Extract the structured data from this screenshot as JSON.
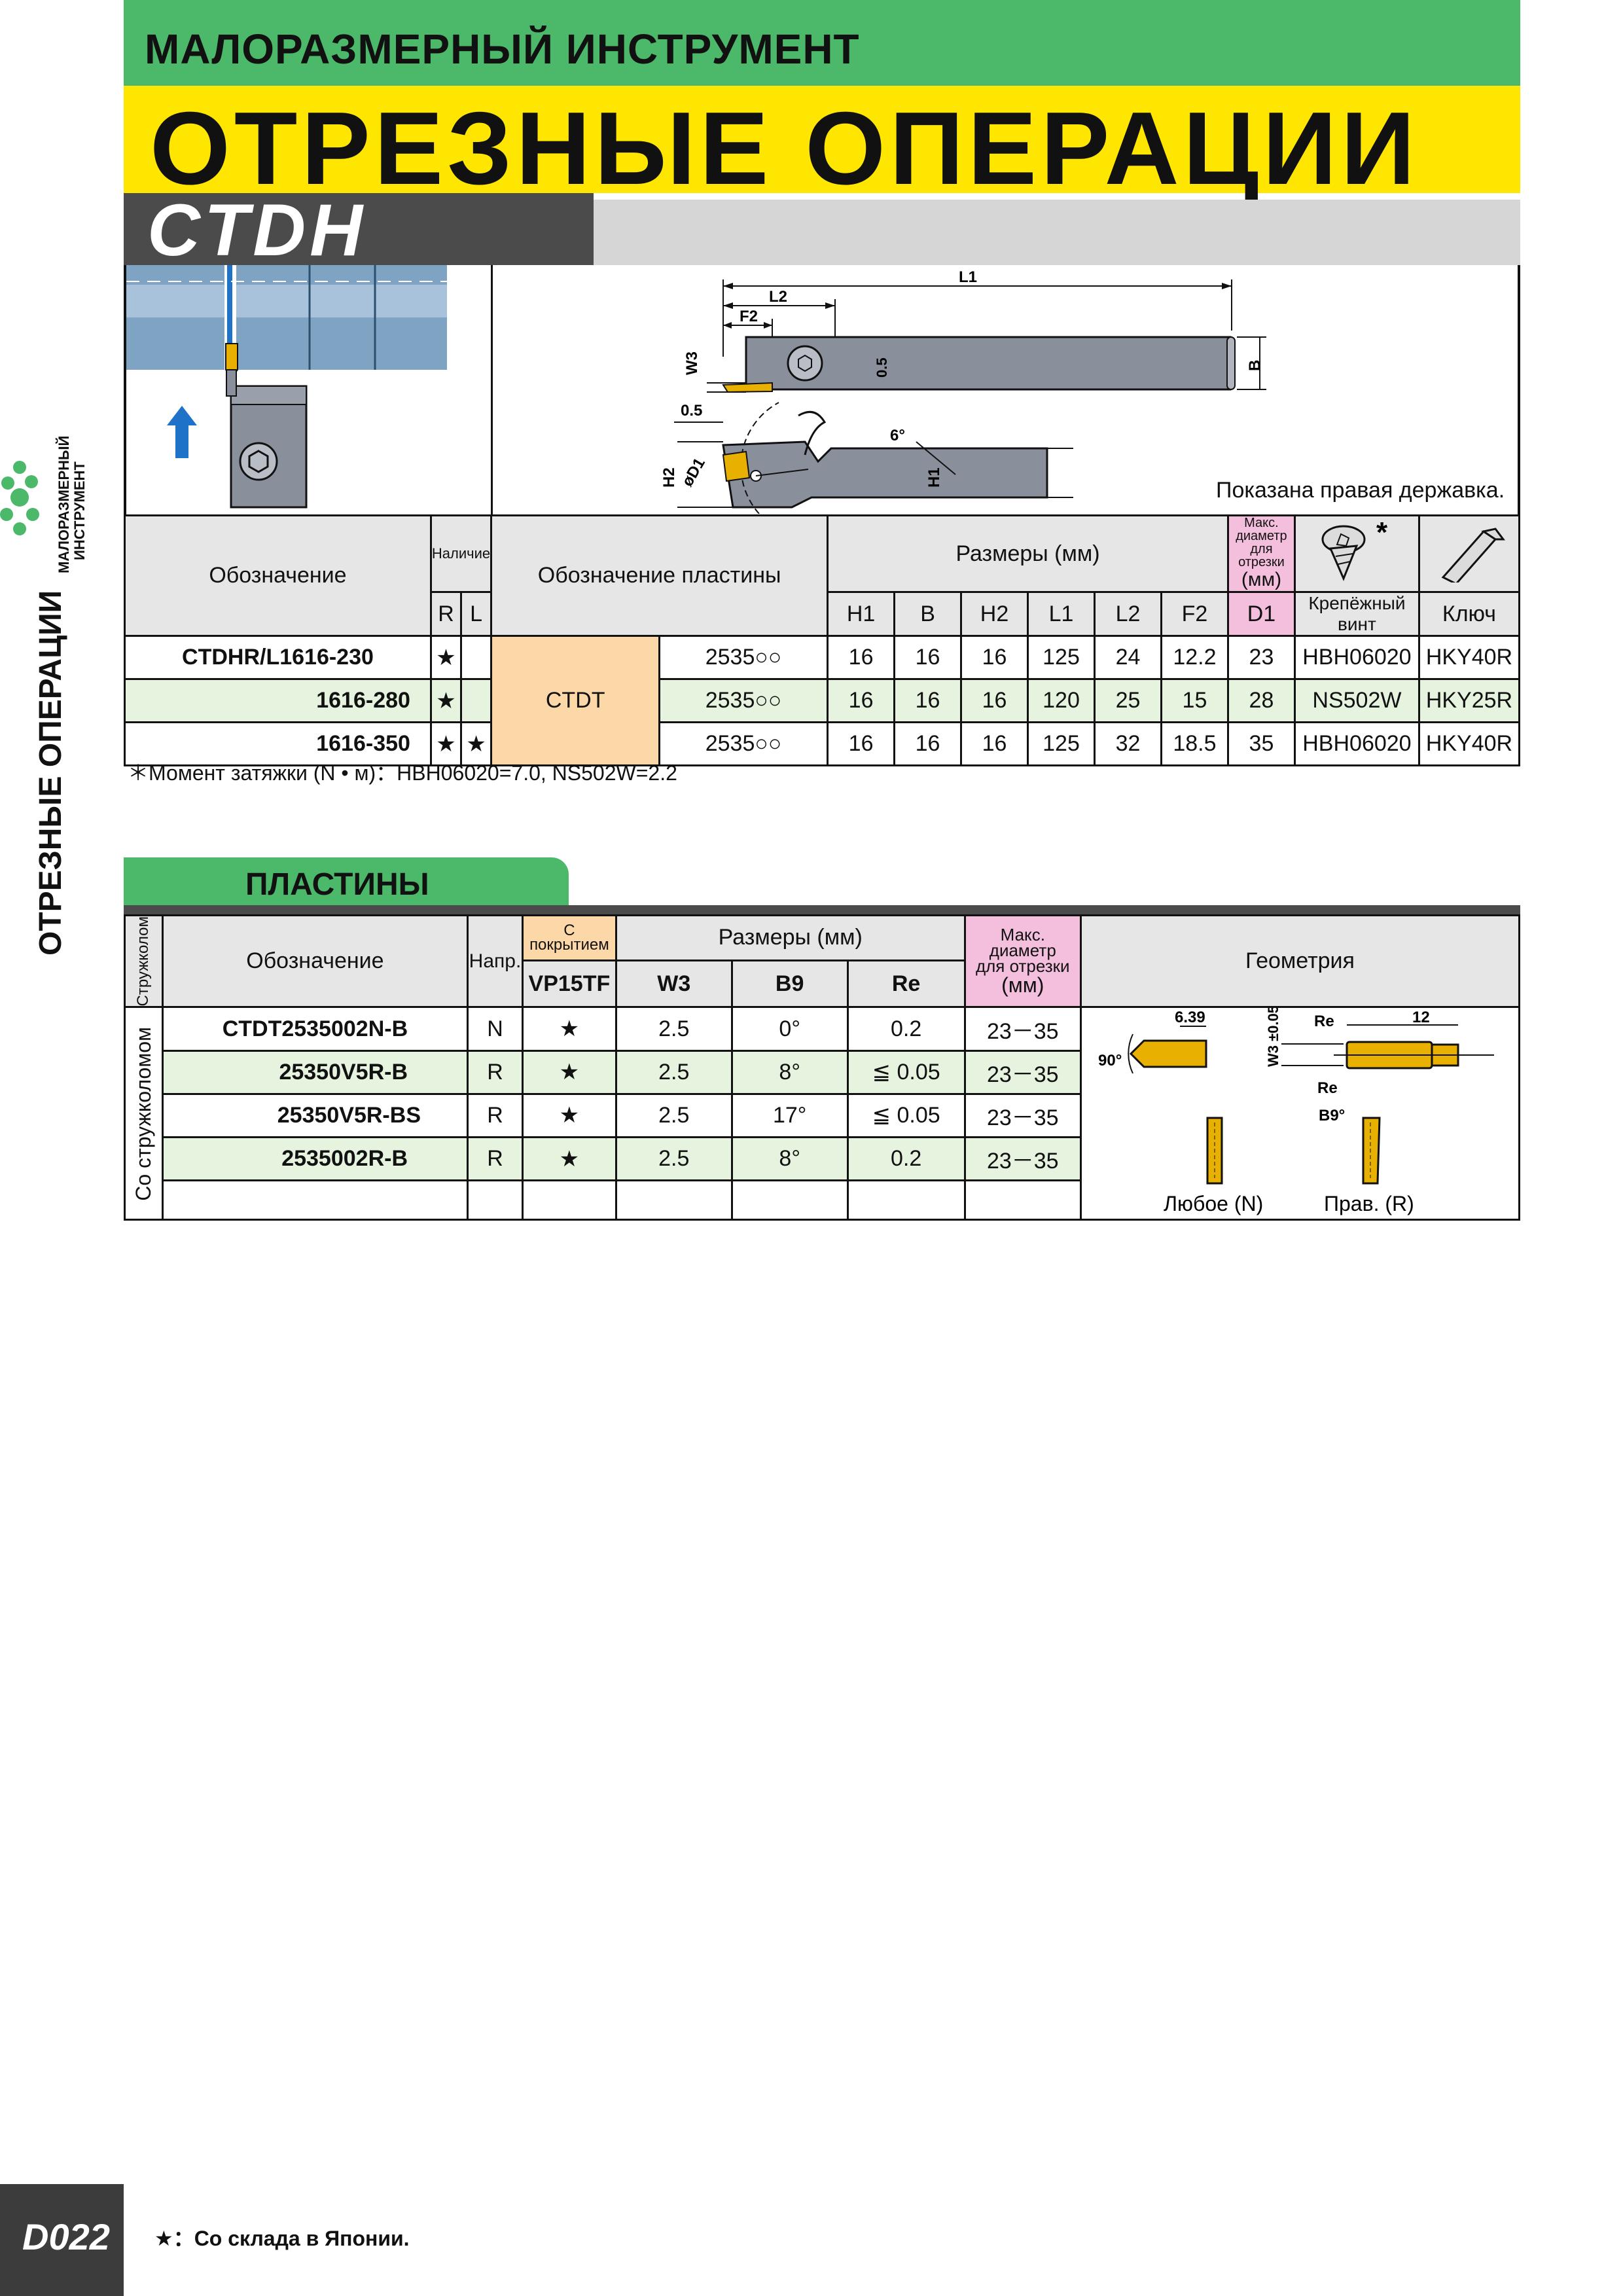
{
  "header": {
    "category": "МАЛОРАЗМЕРНЫЙ ИНСТРУМЕНТ",
    "title": "ОТРЕЗНЫЕ ОПЕРАЦИИ",
    "series": "CTDH"
  },
  "side": {
    "logo_text_1": "МАЛОРАЗМЕРНЫЙ",
    "logo_text_2": "ИНСТРУМЕНТ",
    "section_label": "ОТРЕЗНЫЕ ОПЕРАЦИИ"
  },
  "figure": {
    "caption": "Показана правая державка.",
    "dims": {
      "L1": "L1",
      "L2": "L2",
      "F2": "F2",
      "W3": "W3",
      "B": "B",
      "H1": "H1",
      "H2": "H2",
      "D1": "øD1",
      "v05a": "0.5",
      "v05b": "0.5",
      "angle": "6°"
    }
  },
  "holders": {
    "headers": {
      "designation": "Обозначение",
      "availability": "Наличие",
      "R": "R",
      "L": "L",
      "insert_designation": "Обозначение пластины",
      "dimensions": "Размеры (мм)",
      "max_diam_1": "Макс.",
      "max_diam_2": "диаметр",
      "max_diam_3": "для отрезки",
      "max_diam_4": "(мм)",
      "D1": "D1",
      "H1": "H1",
      "B": "B",
      "H2": "H2",
      "L1": "L1",
      "L2": "L2",
      "F2": "F2",
      "screw": "Крепёжный винт",
      "key": "Ключ",
      "star": "*"
    },
    "insert_group": "CTDT",
    "rows": [
      {
        "designation": "CTDHR/L1616-230",
        "R": "★",
        "L": "",
        "insert": "2535○○",
        "H1": "16",
        "B": "16",
        "H2": "16",
        "L1": "125",
        "L2": "24",
        "F2": "12.2",
        "D1": "23",
        "screw": "HBH06020",
        "key": "HKY40R"
      },
      {
        "designation": "1616-280",
        "R": "★",
        "L": "",
        "insert": "2535○○",
        "H1": "16",
        "B": "16",
        "H2": "16",
        "L1": "120",
        "L2": "25",
        "F2": "15",
        "D1": "28",
        "screw": "NS502W",
        "key": "HKY25R"
      },
      {
        "designation": "1616-350",
        "R": "★",
        "L": "★",
        "insert": "2535○○",
        "H1": "16",
        "B": "16",
        "H2": "16",
        "L1": "125",
        "L2": "32",
        "F2": "18.5",
        "D1": "35",
        "screw": "HBH06020",
        "key": "HKY40R"
      }
    ],
    "note": "＊Момент затяжки (N • м)：HBH06020=7.0, NS502W=2.2"
  },
  "plates": {
    "tab_title": "ПЛАСТИНЫ",
    "headers": {
      "chipbreaker": "Стружколом",
      "designation": "Обозначение",
      "direction": "Напр.",
      "coated": "С покрытием",
      "grade": "VP15TF",
      "dimensions": "Размеры (мм)",
      "W3": "W3",
      "B9": "B9",
      "Re": "Re",
      "max_1": "Макс.",
      "max_2": "диаметр",
      "max_3": "для отрезки",
      "max_4": "(мм)",
      "geometry": "Геометрия"
    },
    "group_label": "Со стружколомом",
    "rows": [
      {
        "designation": "CTDT2535002N-B",
        "dir": "N",
        "grade": "★",
        "W3": "2.5",
        "B9": "0°",
        "Re": "0.2",
        "range": "23－35"
      },
      {
        "designation": "25350V5R-B",
        "dir": "R",
        "grade": "★",
        "W3": "2.5",
        "B9": "8°",
        "Re": "≦ 0.05",
        "range": "23－35"
      },
      {
        "designation": "25350V5R-BS",
        "dir": "R",
        "grade": "★",
        "W3": "2.5",
        "B9": "17°",
        "Re": "≦ 0.05",
        "range": "23－35"
      },
      {
        "designation": "2535002R-B",
        "dir": "R",
        "grade": "★",
        "W3": "2.5",
        "B9": "8°",
        "Re": "0.2",
        "range": "23－35"
      }
    ],
    "geometry": {
      "dim_639": "6.39",
      "dim_12": "12",
      "angle_90": "90°",
      "w3_tol": "W3 ±0.05",
      "re_top": "Re",
      "re_bottom": "Re",
      "b9": "B9°",
      "label_any": "Любое (N)",
      "label_right": "Прав. (R)"
    }
  },
  "footer": {
    "stock_note": "★：Со склада в Японии.",
    "page": "D022"
  },
  "colors": {
    "green": "#4cb86a",
    "yellow": "#ffe600",
    "dark": "#4b4b4b",
    "peach": "#fcd7a7",
    "pink": "#f3bfdd",
    "light_green_row": "#e5f3df",
    "insert_gold": "#e8b000",
    "tool_steel": "#8a8f9c",
    "workpiece_blue": "#7fa3c2"
  }
}
